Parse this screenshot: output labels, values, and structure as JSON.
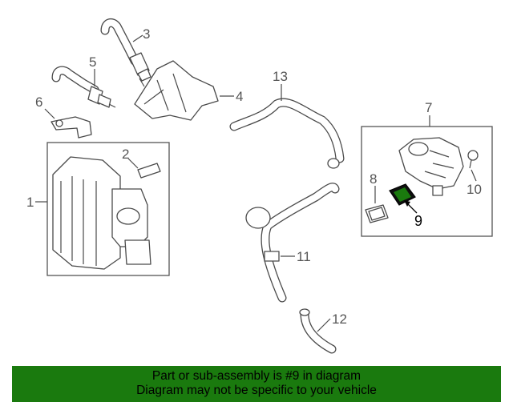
{
  "callouts": {
    "c1": "1",
    "c2": "2",
    "c3": "3",
    "c4": "4",
    "c5": "5",
    "c6": "6",
    "c7": "7",
    "c8": "8",
    "c9": "9",
    "c10": "10",
    "c11": "11",
    "c12": "12",
    "c13": "13"
  },
  "highlight": {
    "part_number": "9",
    "color": "#1a7a0e"
  },
  "footer": {
    "line1": "Part or sub-assembly is #9 in diagram",
    "line2": "Diagram may not be specific to your vehicle",
    "background": "#1a7a0e"
  }
}
